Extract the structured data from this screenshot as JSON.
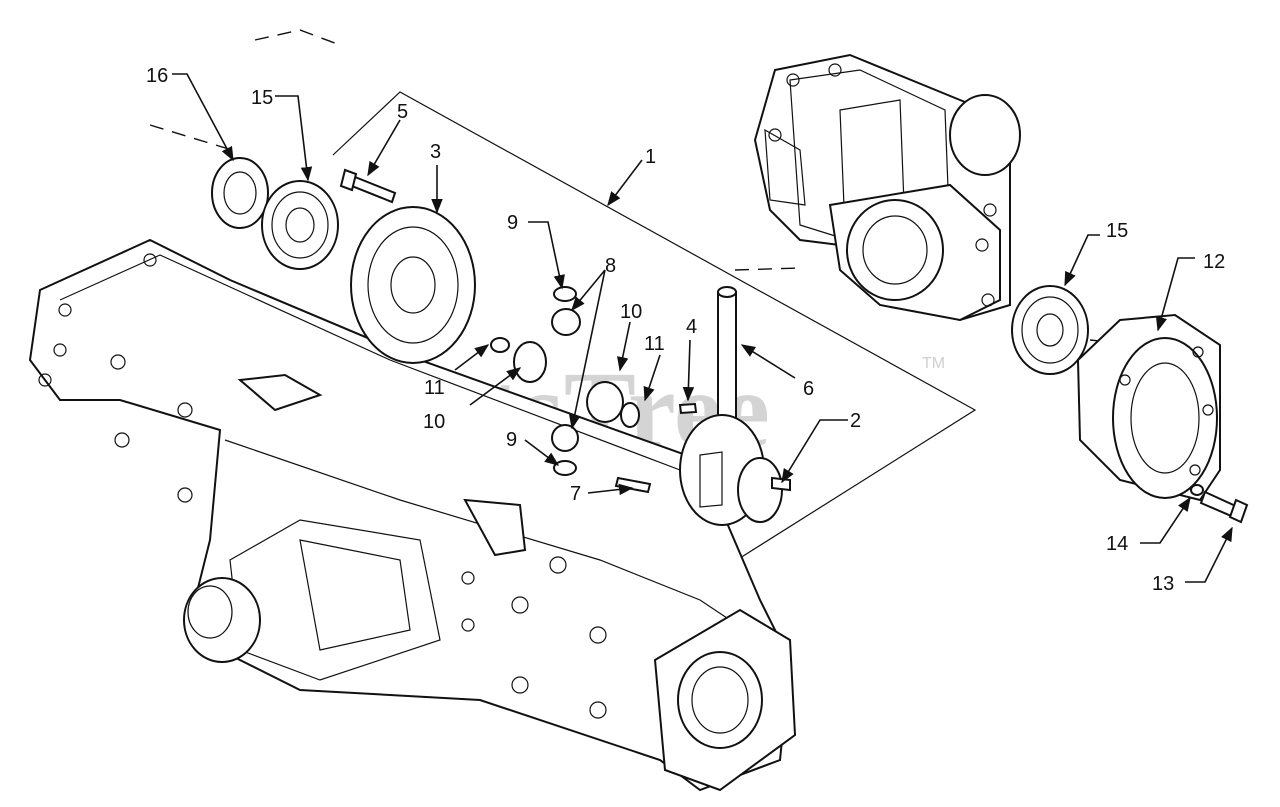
{
  "watermark": {
    "text": "PartsTree",
    "tm": "TM"
  },
  "callouts": {
    "c1": "1",
    "c2": "2",
    "c3": "3",
    "c4": "4",
    "c5": "5",
    "c6": "6",
    "c7": "7",
    "c8": "8",
    "c9a": "9",
    "c9b": "9",
    "c10a": "10",
    "c10b": "10",
    "c11a": "11",
    "c11b": "11",
    "c12": "12",
    "c13": "13",
    "c14": "14",
    "c15a": "15",
    "c15b": "15",
    "c16": "16"
  }
}
